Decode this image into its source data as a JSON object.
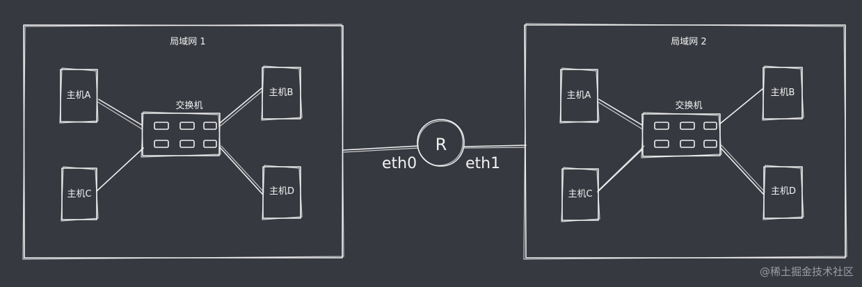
{
  "diagram": {
    "lan1": {
      "title": "局域网 1",
      "switch_label": "交换机",
      "hosts": [
        "主机A",
        "主机B",
        "主机C",
        "主机D"
      ]
    },
    "lan2": {
      "title": "局域网 2",
      "switch_label": "交换机",
      "hosts": [
        "主机A",
        "主机B",
        "主机C",
        "主机D"
      ]
    },
    "router": {
      "label": "R",
      "left_interface": "eth0",
      "right_interface": "eth1"
    }
  },
  "watermark": "@稀土掘金技术社区",
  "colors": {
    "background": "#373940",
    "stroke": "#f1f1f1",
    "text": "#f2f2f2",
    "watermark": "#9a9da6"
  }
}
